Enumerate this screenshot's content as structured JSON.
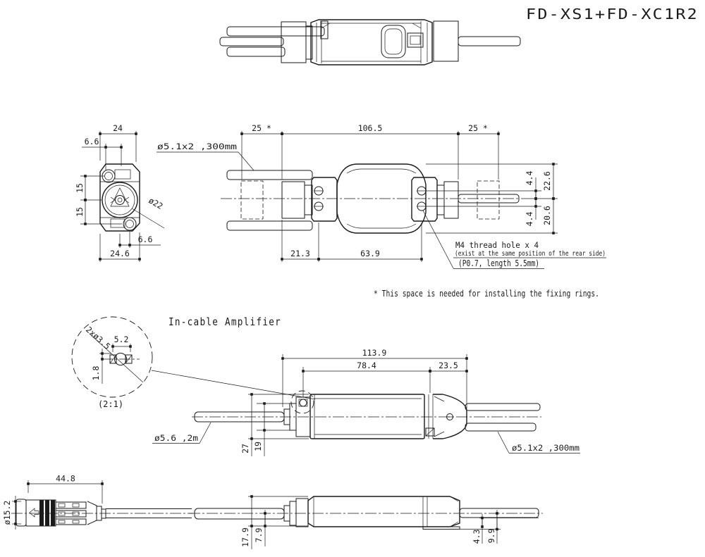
{
  "title": "FD-XS1+FD-XC1R2",
  "colors": {
    "line": "#1a1a1a",
    "background": "#ffffff"
  },
  "end_view": {
    "dim_top_width": "24",
    "dim_top_offset": "6.6",
    "dim_side_upper": "15",
    "dim_side_lower": "15",
    "dim_bottom_width": "24.6",
    "dim_bottom_offset": "6.6",
    "label_knob_dia": "ø22"
  },
  "side_view": {
    "label_cable": "ø5.1x2 ,300mm",
    "dim_space_left": "25 *",
    "dim_length": "106.5",
    "dim_space_right": "25 *",
    "dim_hole_offset_top": "4.4",
    "dim_half_height_top": "22.6",
    "dim_half_height_bottom": "20.6",
    "dim_hole_offset_bottom": "4.4",
    "dim_end_to_hole": "21.3",
    "dim_hole_pitch": "63.9",
    "m4_note_line1": "M4 thread hole x 4",
    "m4_note_line2": "(exist at the same position of the rear side)",
    "m4_note_line3": "(P0.7, length 5.5mm)"
  },
  "footnote": "* This space is needed for installing the fixing rings.",
  "amplifier_label": "In-cable Amplifier",
  "detail_view": {
    "label_holes": "2xø3.5",
    "dim_width": "5.2",
    "dim_height": "1.8",
    "scale": "(2:1)"
  },
  "amp_side_view": {
    "dim_total_length": "113.9",
    "dim_body_length": "78.4",
    "dim_end_length": "23.5",
    "dim_height": "27",
    "dim_inner_height": "19",
    "label_cable_left": "ø5.6 ,2m",
    "label_cable_right": "ø5.1x2 ,300mm"
  },
  "connector_view": {
    "dim_length": "44.8",
    "dim_diameter": "ø15.2"
  },
  "amp_bottom_view": {
    "dim_height_total": "17.9",
    "dim_height_lower": "7.9",
    "dim_right_small": "4.3",
    "dim_right_large": "9.9"
  }
}
